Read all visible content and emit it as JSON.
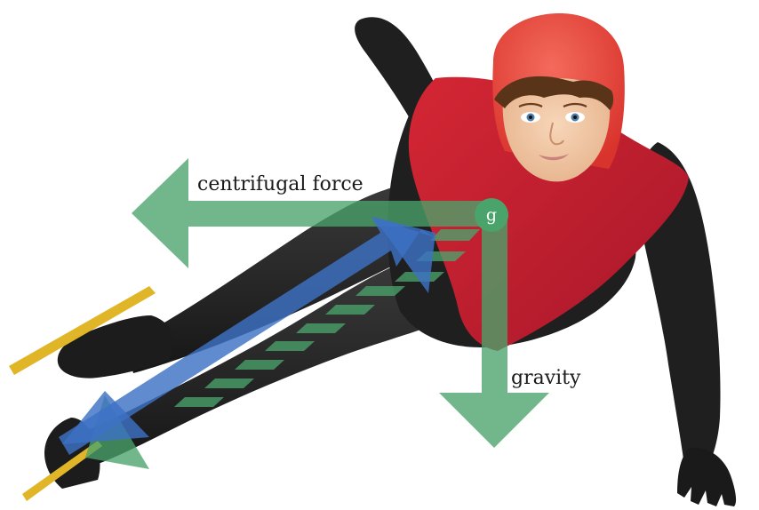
{
  "labels": {
    "centrifugal": "centrifugal force",
    "gravity": "gravity",
    "center_of_gravity": "g"
  },
  "colors": {
    "suit_black": "#232323",
    "vest_red": "#c0202c",
    "hood_red": "#e8453d",
    "skin": "#f2c9a4",
    "hair": "#5a3418",
    "blade_gold": "#e0b628",
    "force_green": "#4aa36b",
    "resultant_blue": "#3d72c4"
  }
}
